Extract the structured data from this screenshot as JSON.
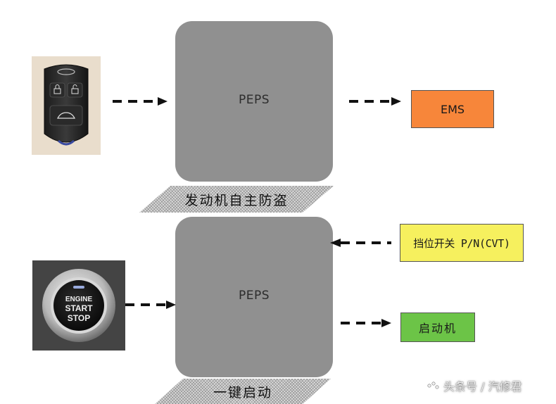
{
  "diagram": {
    "top_block": {
      "controller_label": "PEPS",
      "output_label": "EMS",
      "function_label": "发动机自主防盗"
    },
    "bottom_block": {
      "controller_label": "PEPS",
      "input_label": "挡位开关 P/N(CVT)",
      "output_label": "启动机",
      "function_label": "一键启动"
    },
    "start_button_text": [
      "ENGINE",
      "START",
      "STOP"
    ],
    "colors": {
      "peps_box": "#909090",
      "ems_box": "#f7863a",
      "gear_switch_box": "#f6f05e",
      "starter_box": "#6cc447"
    }
  },
  "watermark": {
    "text": "头条号 / 汽修君"
  }
}
